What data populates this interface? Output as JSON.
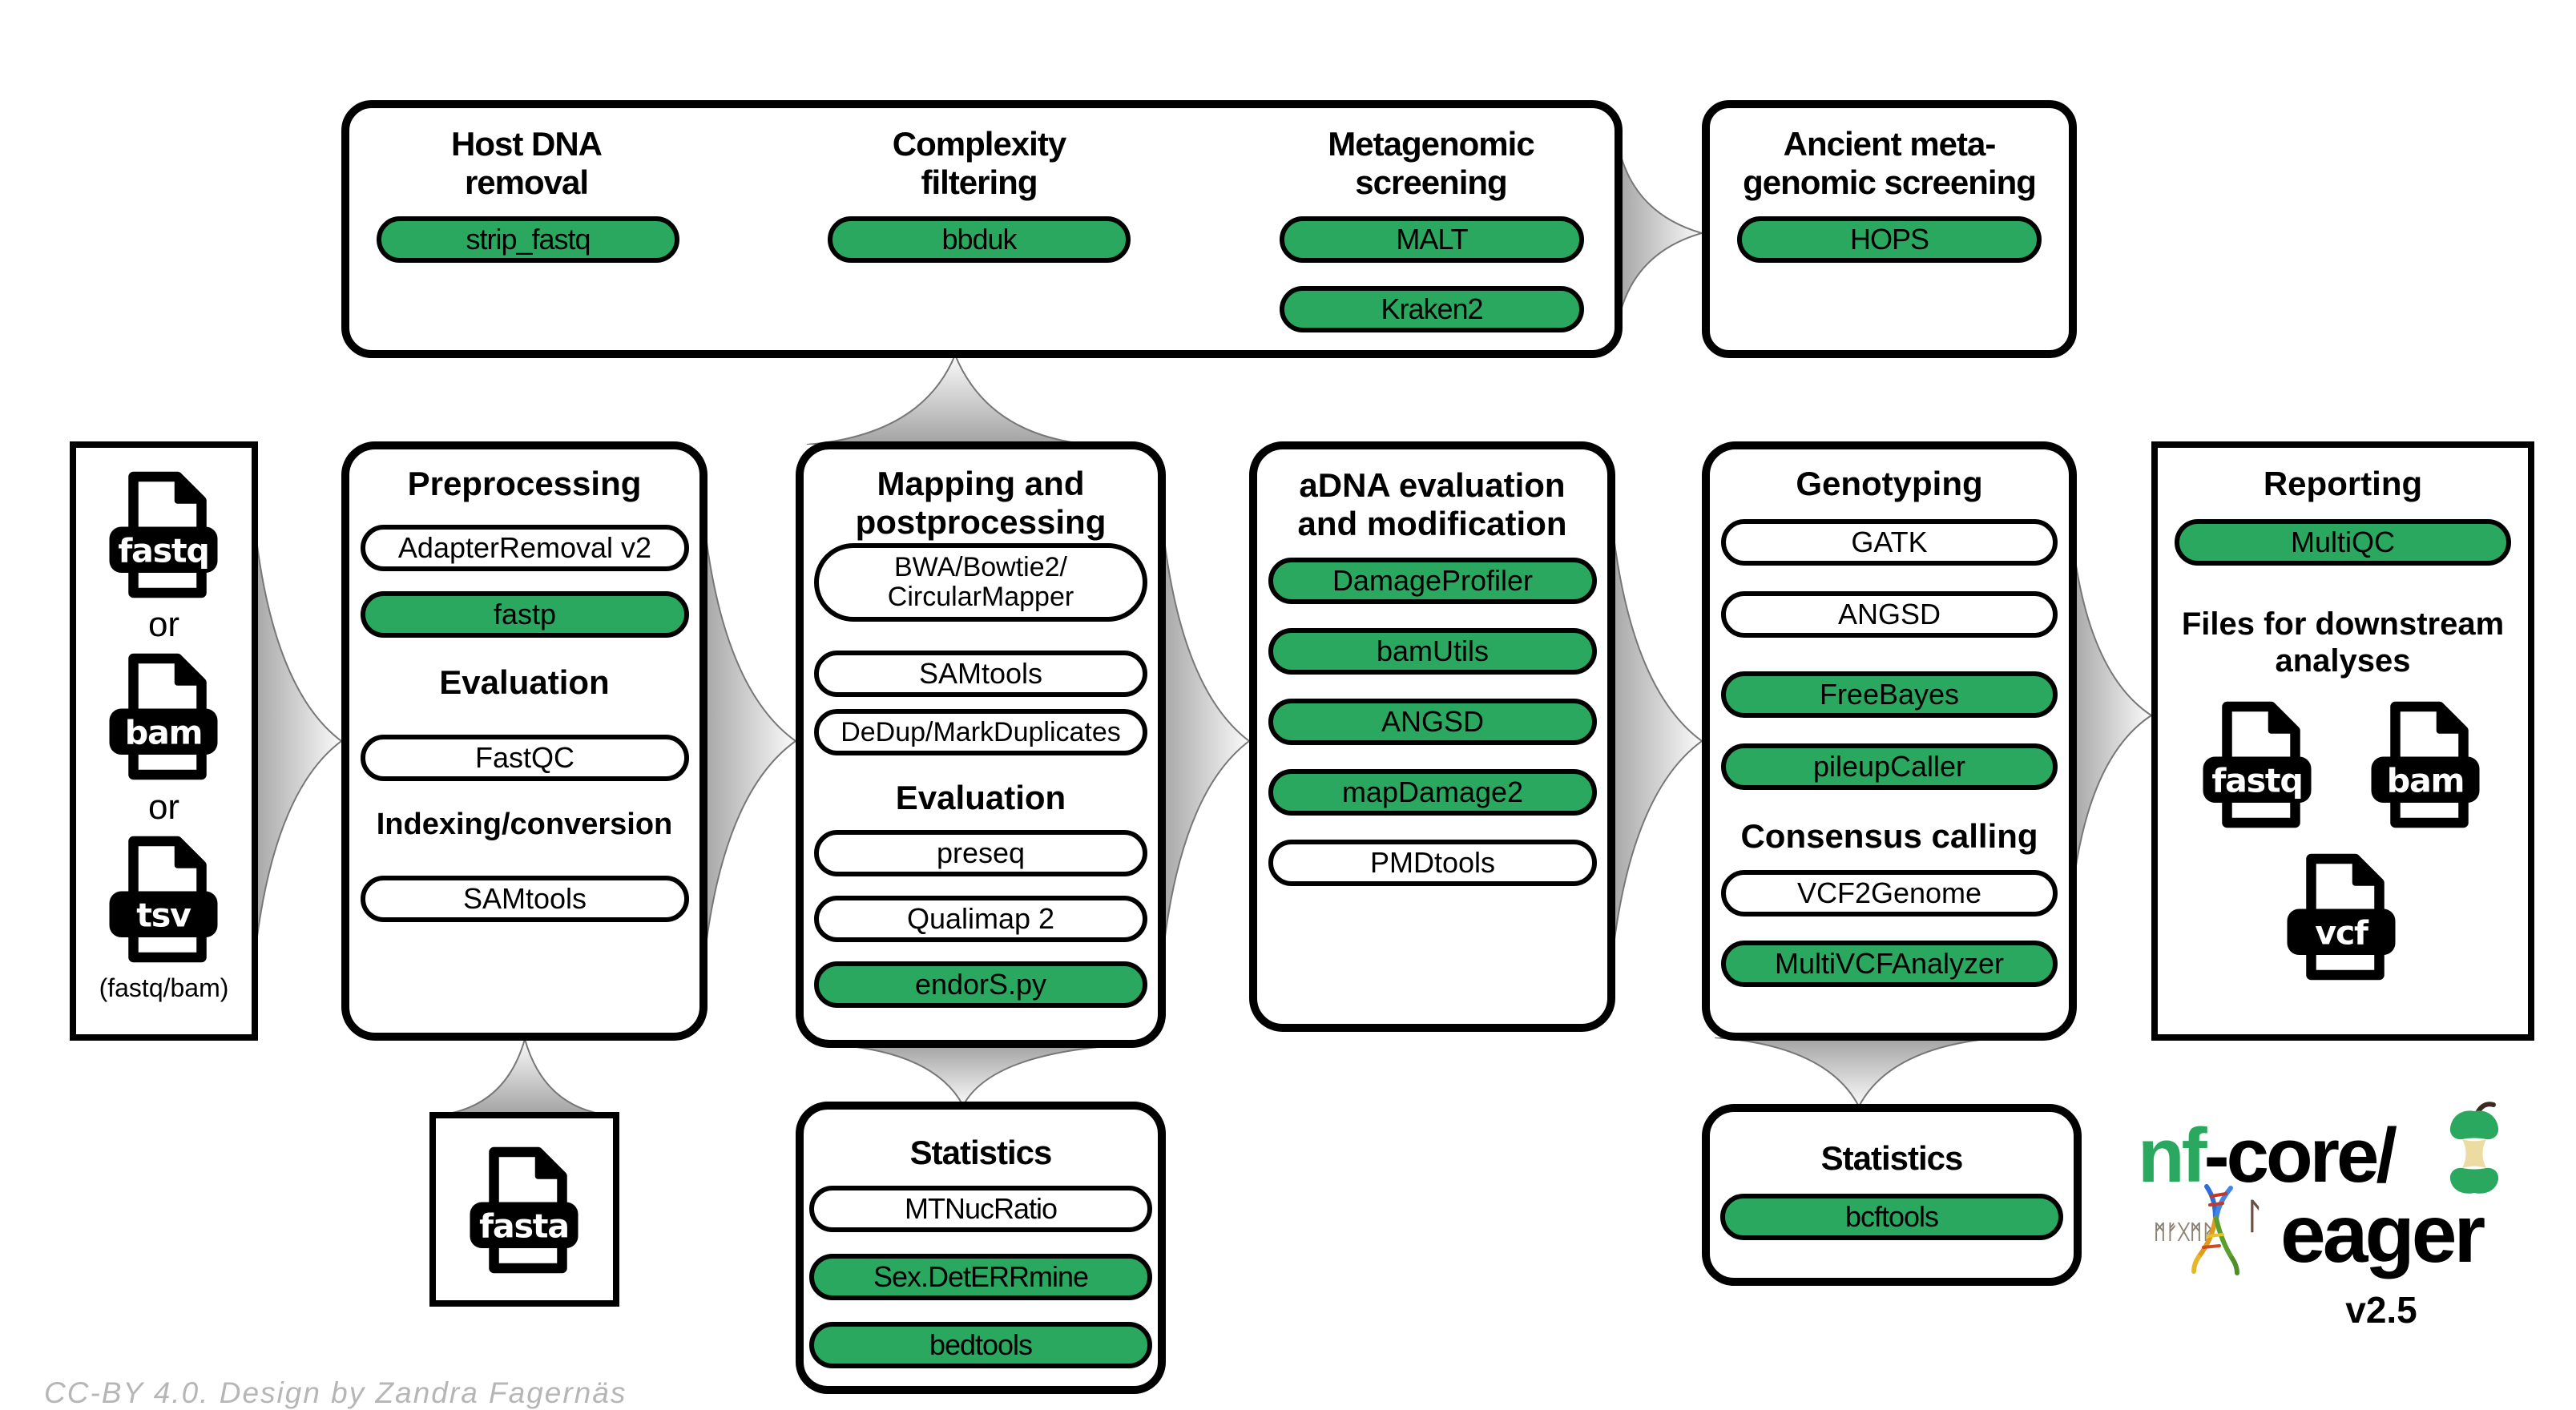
{
  "colors": {
    "green": "#2ba85f",
    "outline": "#000000",
    "arrow_base": "#a2a2a2",
    "arrow_tip": "#fbfbfb",
    "credit_text": "#b6b6b6"
  },
  "credit": "CC-BY 4.0. Design by Zandra Fagernäs",
  "input_box": {
    "files": [
      {
        "label": "fastq"
      },
      {
        "label": "bam"
      },
      {
        "label": "tsv"
      }
    ],
    "or_label_1": "or",
    "or_label_2": "or",
    "caption": "(fastq/bam)"
  },
  "screening_box": {
    "sections": [
      {
        "title": "Host DNA\nremoval",
        "pills": [
          {
            "label": "strip_fastq",
            "highlighted": true
          }
        ]
      },
      {
        "title": "Complexity\nfiltering",
        "pills": [
          {
            "label": "bbduk",
            "highlighted": true
          }
        ]
      },
      {
        "title": "Metagenomic\nscreening",
        "pills": [
          {
            "label": "MALT",
            "highlighted": true
          },
          {
            "label": "Kraken2",
            "highlighted": true
          }
        ]
      }
    ]
  },
  "ancient_box": {
    "title": "Ancient meta-\ngenomic screening",
    "pills": [
      {
        "label": "HOPS",
        "highlighted": true
      }
    ]
  },
  "preprocessing_box": {
    "title": "Preprocessing",
    "pills": [
      {
        "label": "AdapterRemoval v2",
        "highlighted": false
      },
      {
        "label": "fastp",
        "highlighted": true
      }
    ],
    "evaluation_title": "Evaluation",
    "evaluation_pills": [
      {
        "label": "FastQC",
        "highlighted": false
      }
    ],
    "indexing_title": "Indexing/conversion",
    "indexing_pills": [
      {
        "label": "SAMtools",
        "highlighted": false
      }
    ]
  },
  "mapping_box": {
    "title": "Mapping and\npostprocessing",
    "pills": [
      {
        "label": "BWA/Bowtie2/\nCircularMapper",
        "highlighted": false
      },
      {
        "label": "SAMtools",
        "highlighted": false
      },
      {
        "label": "DeDup/MarkDuplicates",
        "highlighted": false
      }
    ],
    "evaluation_title": "Evaluation",
    "evaluation_pills": [
      {
        "label": "preseq",
        "highlighted": false
      },
      {
        "label": "Qualimap 2",
        "highlighted": false
      },
      {
        "label": "endorS.py",
        "highlighted": true
      }
    ]
  },
  "adna_box": {
    "title": "aDNA evaluation\nand modification",
    "pills": [
      {
        "label": "DamageProfiler",
        "highlighted": true
      },
      {
        "label": "bamUtils",
        "highlighted": true
      },
      {
        "label": "ANGSD",
        "highlighted": true
      },
      {
        "label": "mapDamage2",
        "highlighted": true
      },
      {
        "label": "PMDtools",
        "highlighted": false
      }
    ]
  },
  "genotyping_box": {
    "title": "Genotyping",
    "pills": [
      {
        "label": "GATK",
        "highlighted": false
      },
      {
        "label": "ANGSD",
        "highlighted": false
      },
      {
        "label": "FreeBayes",
        "highlighted": true
      },
      {
        "label": "pileupCaller",
        "highlighted": true
      }
    ],
    "consensus_title": "Consensus calling",
    "consensus_pills": [
      {
        "label": "VCF2Genome",
        "highlighted": false
      },
      {
        "label": "MultiVCFAnalyzer",
        "highlighted": true
      }
    ]
  },
  "reporting_box": {
    "title": "Reporting",
    "pills": [
      {
        "label": "MultiQC",
        "highlighted": true
      }
    ],
    "downstream_title": "Files for downstream\nanalyses",
    "files": [
      {
        "label": "fastq"
      },
      {
        "label": "bam"
      },
      {
        "label": "vcf"
      }
    ]
  },
  "fasta_box": {
    "file_label": "fasta"
  },
  "stats_mapping_box": {
    "title": "Statistics",
    "pills": [
      {
        "label": "MTNucRatio",
        "highlighted": false
      },
      {
        "label": "Sex.DetERRmine",
        "highlighted": true
      },
      {
        "label": "bedtools",
        "highlighted": true
      }
    ]
  },
  "stats_genotyping_box": {
    "title": "Statistics",
    "pills": [
      {
        "label": "bcftools",
        "highlighted": true
      }
    ]
  },
  "logo": {
    "brand_green": "nf",
    "brand_black": "-core/",
    "pipeline_name": "eager",
    "version": "v2.5",
    "runes": "ᛗᚠᚷᛗᚱ",
    "rune_l": "ᛚ"
  }
}
